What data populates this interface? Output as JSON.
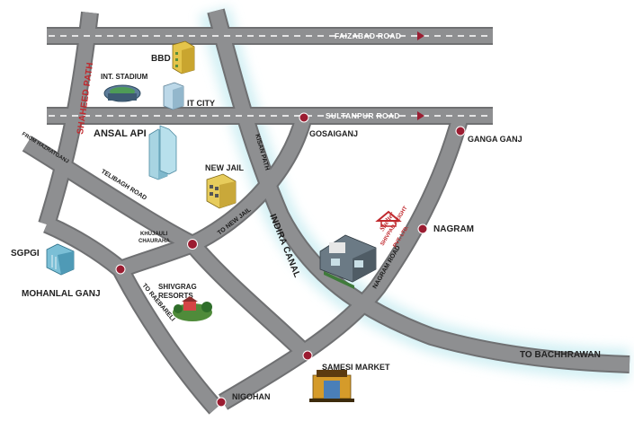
{
  "roads": {
    "faizabad": "FAIZABAD ROAD",
    "sultanpur": "SULTANPUR ROAD",
    "shaheed": "SHAHEED PATH",
    "kisan": "KISAN PATH",
    "indira": "INDIRA CANAL",
    "nagram_road": "NAGRAM ROAD",
    "rae_bareli": "TO RAEBARELI",
    "new_jail_road": "TO NEW JAIL",
    "telibagh": "TELIBAGH ROAD",
    "from_hazratganj": "FROM HAZRATGANJ",
    "to_bachhrawan": "TO BACHHRAWAN"
  },
  "places": {
    "bbd": "BBD",
    "stadium": "INT. STADIUM",
    "it_city": "IT CITY",
    "ansal": "ANSAL API",
    "new_jail": "NEW JAIL",
    "gosaiganj": "GOSAIGANJ",
    "ganga_ganj": "GANGA GANJ",
    "nagram": "NAGRAM",
    "sgpgi": "SGPGI",
    "mohanlal": "MOHANLAL GANJ",
    "shivgrag": "SHIVGRAG",
    "resorts": "RESORTS",
    "khujauli": "KHUJAULI",
    "chauraha": "CHAURAHA",
    "samesi": "SAMESI MARKET",
    "nigohan": "NIGOHAN"
  },
  "brand": {
    "line1": "Shelter",
    "line2": "SHIVPAD HEIGHT",
    "line3": "PVT. LTD."
  },
  "colors": {
    "road": "#8e8f91",
    "road_edge": "#6f7072",
    "dash": "#ffffff",
    "marker": "#9b1c31",
    "canal_glow": "#cdeef3",
    "brand": "#c0282d"
  }
}
